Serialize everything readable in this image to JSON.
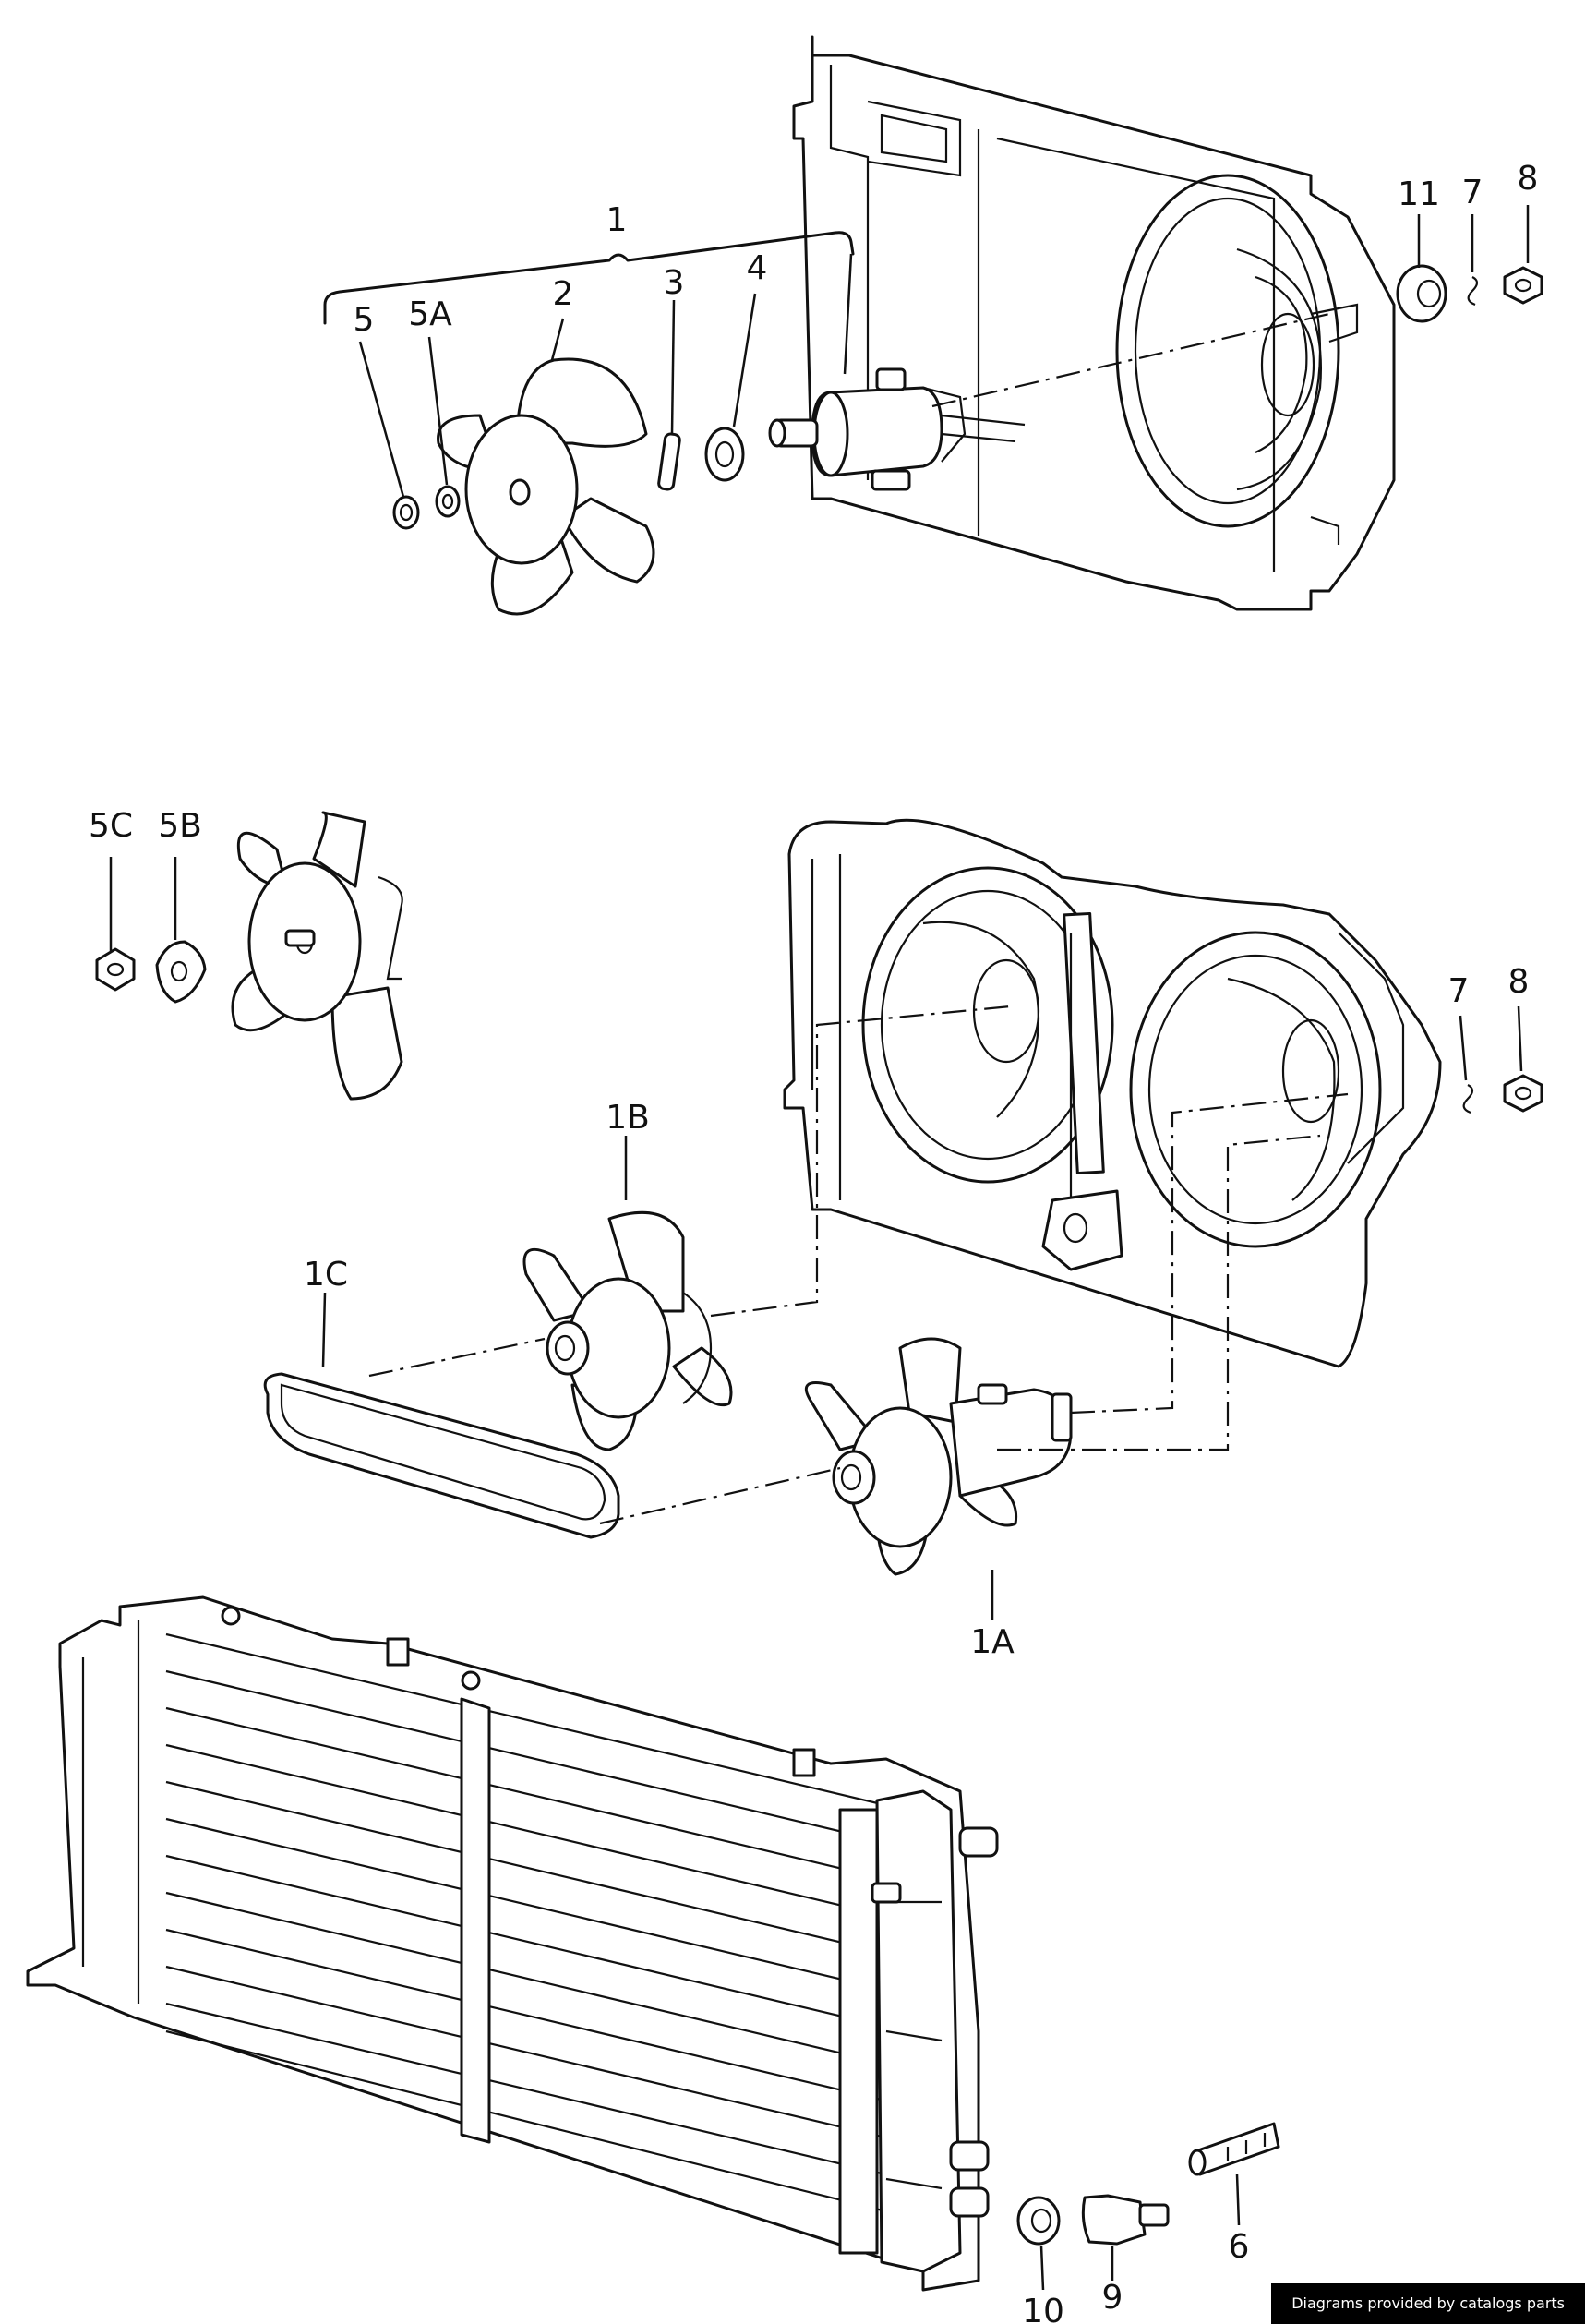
{
  "labels": {
    "p1": "1",
    "p2": "2",
    "p3": "3",
    "p4": "4",
    "p5": "5",
    "p5a": "5A",
    "p5b": "5B",
    "p5c": "5C",
    "p7a": "7",
    "p8a": "8",
    "p11": "11",
    "p7b": "7",
    "p8b": "8",
    "p1a": "1A",
    "p1b": "1B",
    "p1c": "1C",
    "p6": "6",
    "p9": "9",
    "p10": "10"
  },
  "watermark": "Diagrams provided by catalogs parts"
}
